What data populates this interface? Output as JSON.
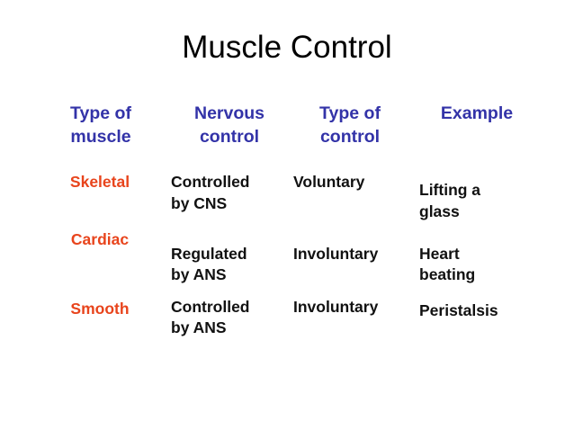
{
  "slide": {
    "title": "Muscle Control",
    "background_color": "#ffffff",
    "title_color": "#000000",
    "header_color": "#3333a8",
    "row_label_color": "#e8441c",
    "body_text_color": "#111111"
  },
  "table": {
    "headers": [
      {
        "line1": "Type of",
        "line2": "muscle"
      },
      {
        "line1": "Nervous",
        "line2": "control"
      },
      {
        "line1": "Type of",
        "line2": "control"
      },
      {
        "line1": "Example",
        "line2": ""
      }
    ],
    "rows": [
      {
        "muscle": "Skeletal",
        "nervous_control_line1": "Controlled",
        "nervous_control_line2": "by CNS",
        "control_type": "Voluntary",
        "example_line1": "Lifting a",
        "example_line2": "glass"
      },
      {
        "muscle": "Cardiac",
        "nervous_control_line1": "Regulated",
        "nervous_control_line2": "by ANS",
        "control_type": "Involuntary",
        "example_line1": "Heart",
        "example_line2": "beating"
      },
      {
        "muscle": "Smooth",
        "nervous_control_line1": "Controlled",
        "nervous_control_line2": "by ANS",
        "control_type": "Involuntary",
        "example_line1": "Peristalsis",
        "example_line2": ""
      }
    ]
  }
}
